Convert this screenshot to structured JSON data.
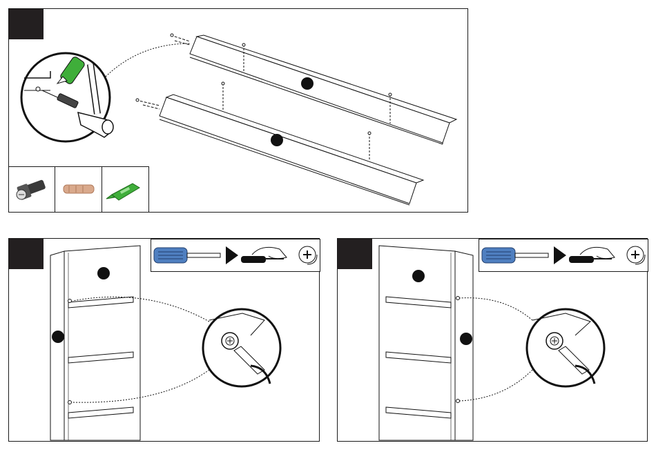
{
  "document": {
    "type": "assembly-instructions",
    "steps": [
      {
        "id": "step-1",
        "label": "",
        "hardware": [
          "cam-bolt",
          "wooden-dowel",
          "glue-tube"
        ]
      },
      {
        "id": "step-2",
        "label": "",
        "tools": [
          "screwdriver",
          "hand-turning-screwdriver",
          "phillips-clockwise"
        ]
      },
      {
        "id": "step-3",
        "label": "",
        "tools": [
          "screwdriver",
          "hand-turning-screwdriver",
          "phillips-clockwise"
        ]
      }
    ]
  },
  "colors": {
    "badge": "#231f20",
    "glue_green": "#3fae3a",
    "screwdriver_blue": "#4f7fc0",
    "dowel_tan": "#d9a98c",
    "line": "#1a1a1a"
  },
  "icons": [
    "cam-bolt-icon",
    "dowel-icon",
    "glue-tube-icon",
    "screwdriver-icon",
    "hand-screwdriver-icon",
    "phillips-clockwise-icon",
    "hammer-icon"
  ]
}
